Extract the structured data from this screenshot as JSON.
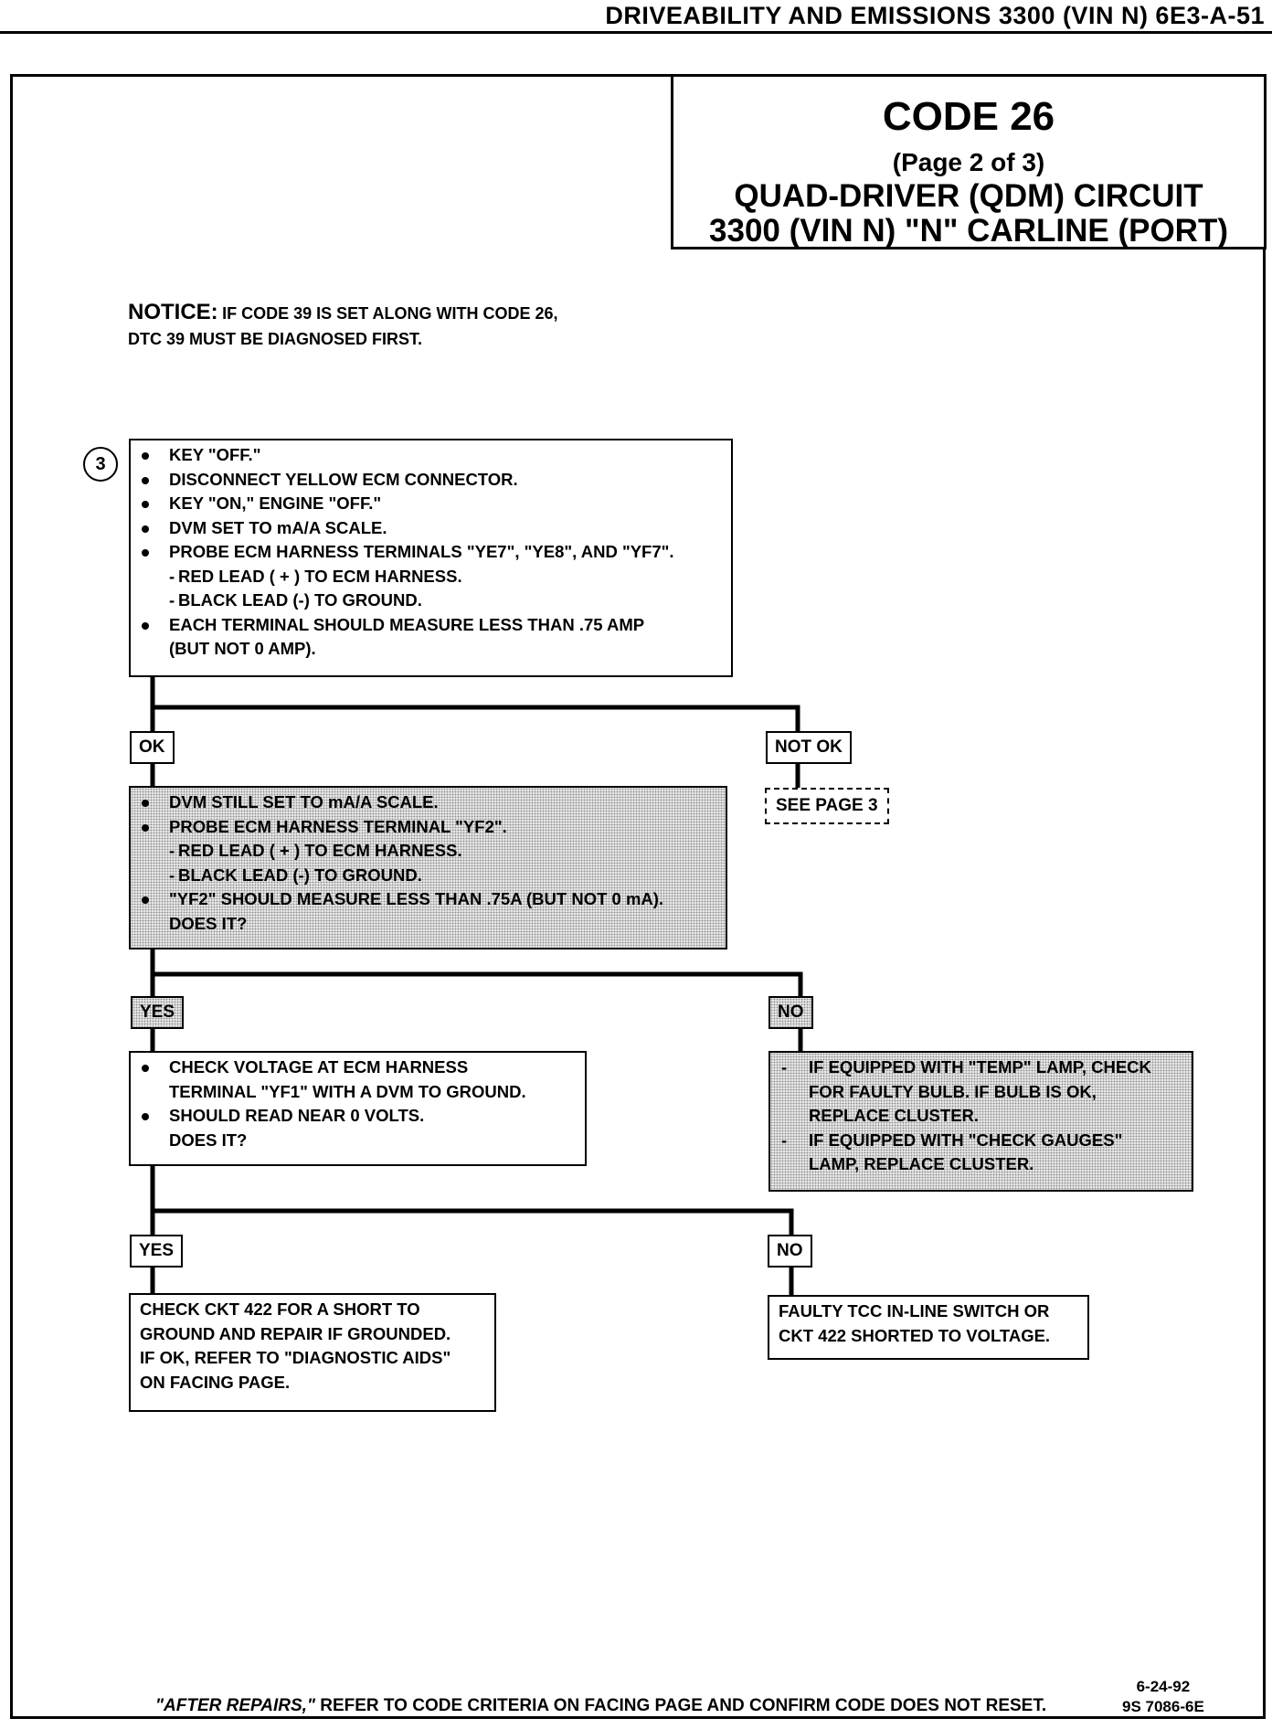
{
  "header": {
    "running_head": "DRIVEABILITY AND EMISSIONS  3300  (VIN N)   6E3-A-51"
  },
  "title_block": {
    "code": "CODE 26",
    "page": "(Page 2 of 3)",
    "name": "QUAD-DRIVER (QDM) CIRCUIT",
    "subtitle": "3300  (VIN N)  \"N\"  CARLINE  (PORT)"
  },
  "notice": {
    "label": "NOTICE:",
    "line1": "IF CODE 39 IS SET ALONG WITH CODE 26,",
    "line2": "DTC 39 MUST BE DIAGNOSED FIRST."
  },
  "step": {
    "number": "3",
    "items": [
      "KEY \"OFF.\"",
      "DISCONNECT YELLOW ECM CONNECTOR.",
      "KEY \"ON,\" ENGINE \"OFF.\"",
      "DVM SET TO mA/A SCALE.",
      "PROBE ECM HARNESS TERMINALS \"YE7\", \"YE8\", AND \"YF7\".",
      "RED LEAD ( + ) TO ECM HARNESS.",
      "BLACK LEAD (-) TO GROUND.",
      "EACH TERMINAL SHOULD MEASURE LESS THAN .75 AMP",
      "(BUT NOT 0 AMP)."
    ]
  },
  "branch1": {
    "ok_label": "OK",
    "not_ok_label": "NOT OK",
    "see_page": "SEE PAGE 3"
  },
  "ok_box": {
    "items": [
      "DVM STILL SET TO mA/A SCALE.",
      "PROBE ECM HARNESS TERMINAL \"YF2\".",
      "RED LEAD ( + ) TO ECM HARNESS.",
      "BLACK LEAD (-) TO GROUND.",
      "\"YF2\" SHOULD MEASURE LESS THAN .75A (BUT NOT 0 mA).",
      "DOES IT?"
    ]
  },
  "branch2": {
    "yes_label": "YES",
    "no_label": "NO"
  },
  "yes_box": {
    "items": [
      "CHECK VOLTAGE AT ECM HARNESS",
      "TERMINAL \"YF1\" WITH A DVM TO GROUND.",
      "SHOULD READ NEAR 0 VOLTS.",
      "DOES IT?"
    ]
  },
  "no_box": {
    "items": [
      "IF EQUIPPED WITH \"TEMP\" LAMP, CHECK",
      "FOR FAULTY BULB. IF BULB IS OK,",
      "REPLACE CLUSTER.",
      "IF EQUIPPED WITH \"CHECK GAUGES\"",
      "LAMP, REPLACE CLUSTER."
    ]
  },
  "branch3": {
    "yes_label": "YES",
    "no_label": "NO"
  },
  "final_yes": {
    "lines": [
      "CHECK CKT 422 FOR A SHORT TO",
      "GROUND AND REPAIR IF GROUNDED.",
      "IF OK, REFER TO \"DIAGNOSTIC AIDS\"",
      "ON FACING PAGE."
    ]
  },
  "final_no": {
    "lines": [
      "FAULTY TCC IN-LINE SWITCH OR",
      "CKT 422 SHORTED TO VOLTAGE."
    ]
  },
  "footer": {
    "note_em": "\"AFTER REPAIRS,\"",
    "note_rest": " REFER TO CODE CRITERIA ON FACING PAGE AND CONFIRM CODE DOES NOT RESET.",
    "date": "6-24-92",
    "doc_id": "9S 7086-6E"
  }
}
